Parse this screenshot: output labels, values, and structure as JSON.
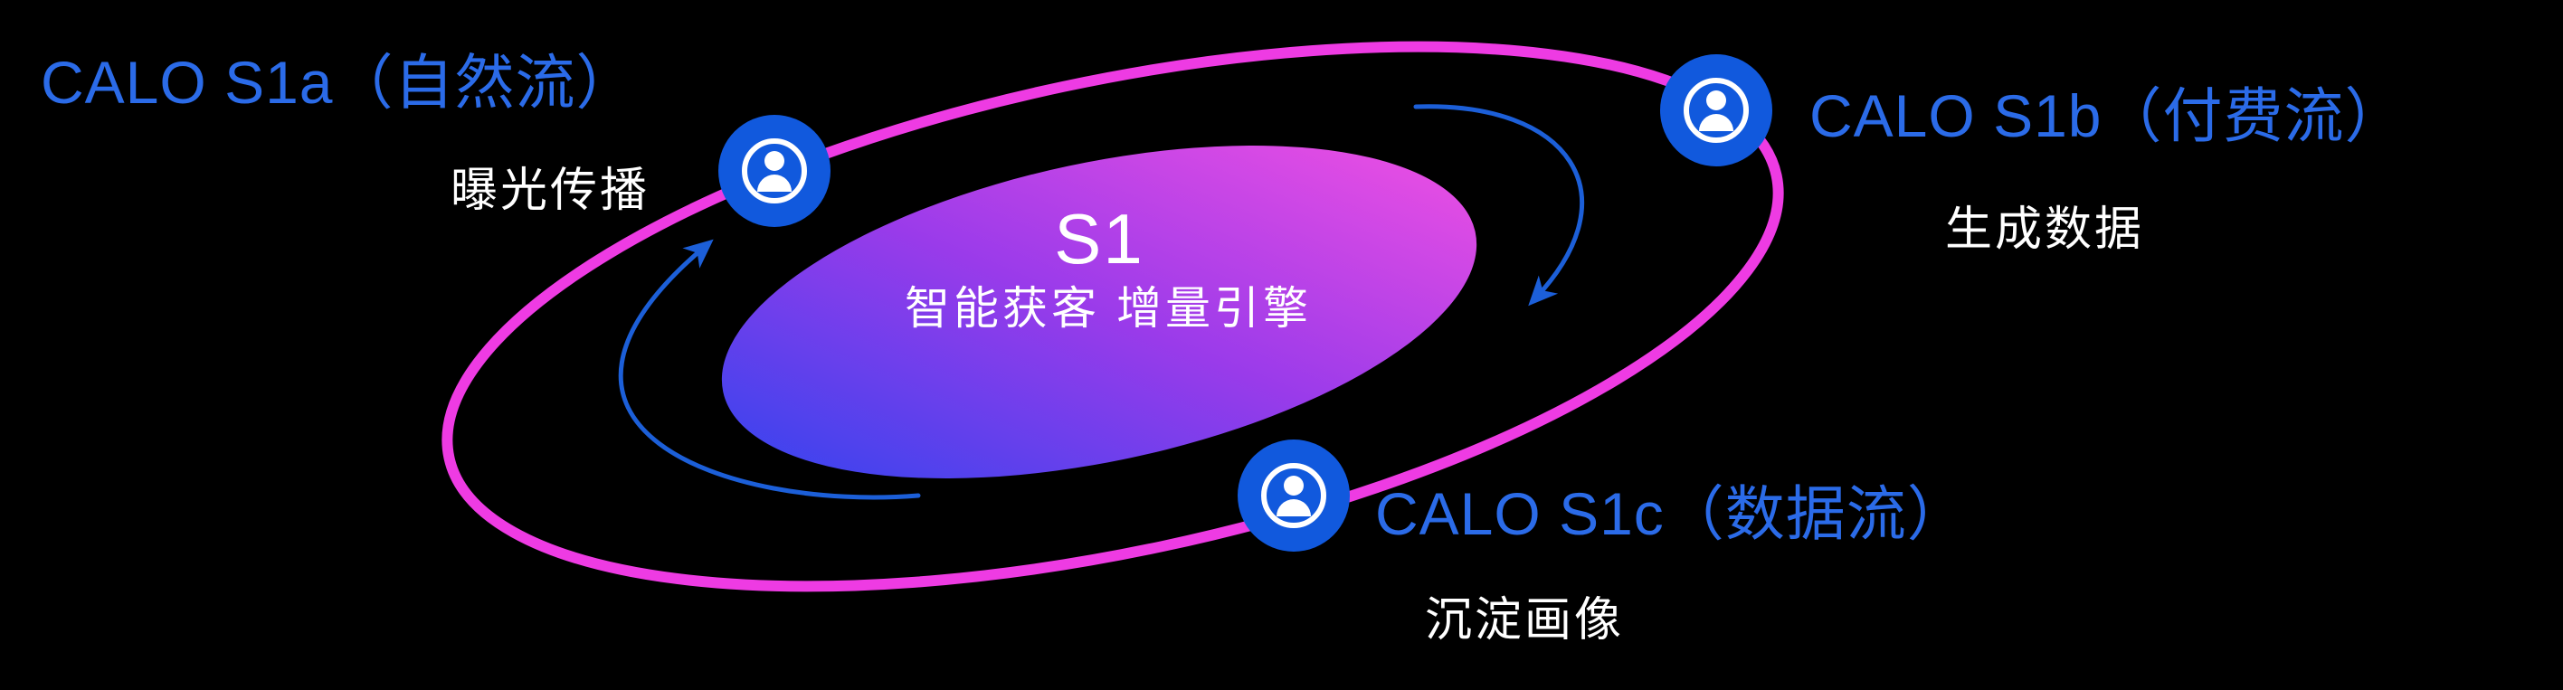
{
  "diagram": {
    "center": {
      "title": "S1",
      "subtitle": "智能获客  增量引擎"
    },
    "nodes": [
      {
        "id": "s1a",
        "label": "CALO S1a（自然流）",
        "sublabel": "曝光传播",
        "icon": "user-icon"
      },
      {
        "id": "s1b",
        "label": "CALO S1b（付费流）",
        "sublabel": "生成数据",
        "icon": "user-icon"
      },
      {
        "id": "s1c",
        "label": "CALO S1c（数据流）",
        "sublabel": "沉淀画像",
        "icon": "user-icon"
      }
    ],
    "colors": {
      "background": "#000000",
      "orbit_ring": "#ee3be3",
      "node_fill": "#1159dd",
      "label_blue": "#2b6be8",
      "text_white": "#ffffff",
      "arrow_blue": "#1c5fd8",
      "core_gradient_start": "#3744ee",
      "core_gradient_mid": "#9a3bea",
      "core_gradient_end": "#ed4fe3"
    }
  }
}
